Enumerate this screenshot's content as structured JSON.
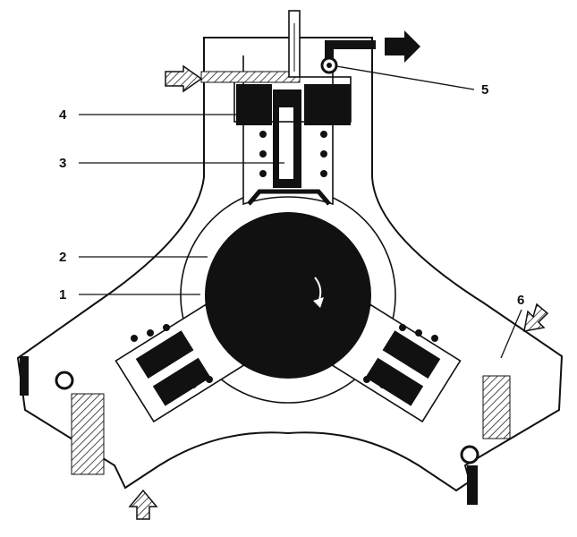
{
  "diagram": {
    "callouts": [
      {
        "id": "1",
        "label": "1"
      },
      {
        "id": "2",
        "label": "2"
      },
      {
        "id": "3",
        "label": "3"
      },
      {
        "id": "4",
        "label": "4"
      },
      {
        "id": "5",
        "label": "5"
      },
      {
        "id": "6",
        "label": "6"
      }
    ],
    "colors": {
      "ink": "#111111",
      "paper": "#ffffff",
      "hatch": "#222222"
    }
  }
}
